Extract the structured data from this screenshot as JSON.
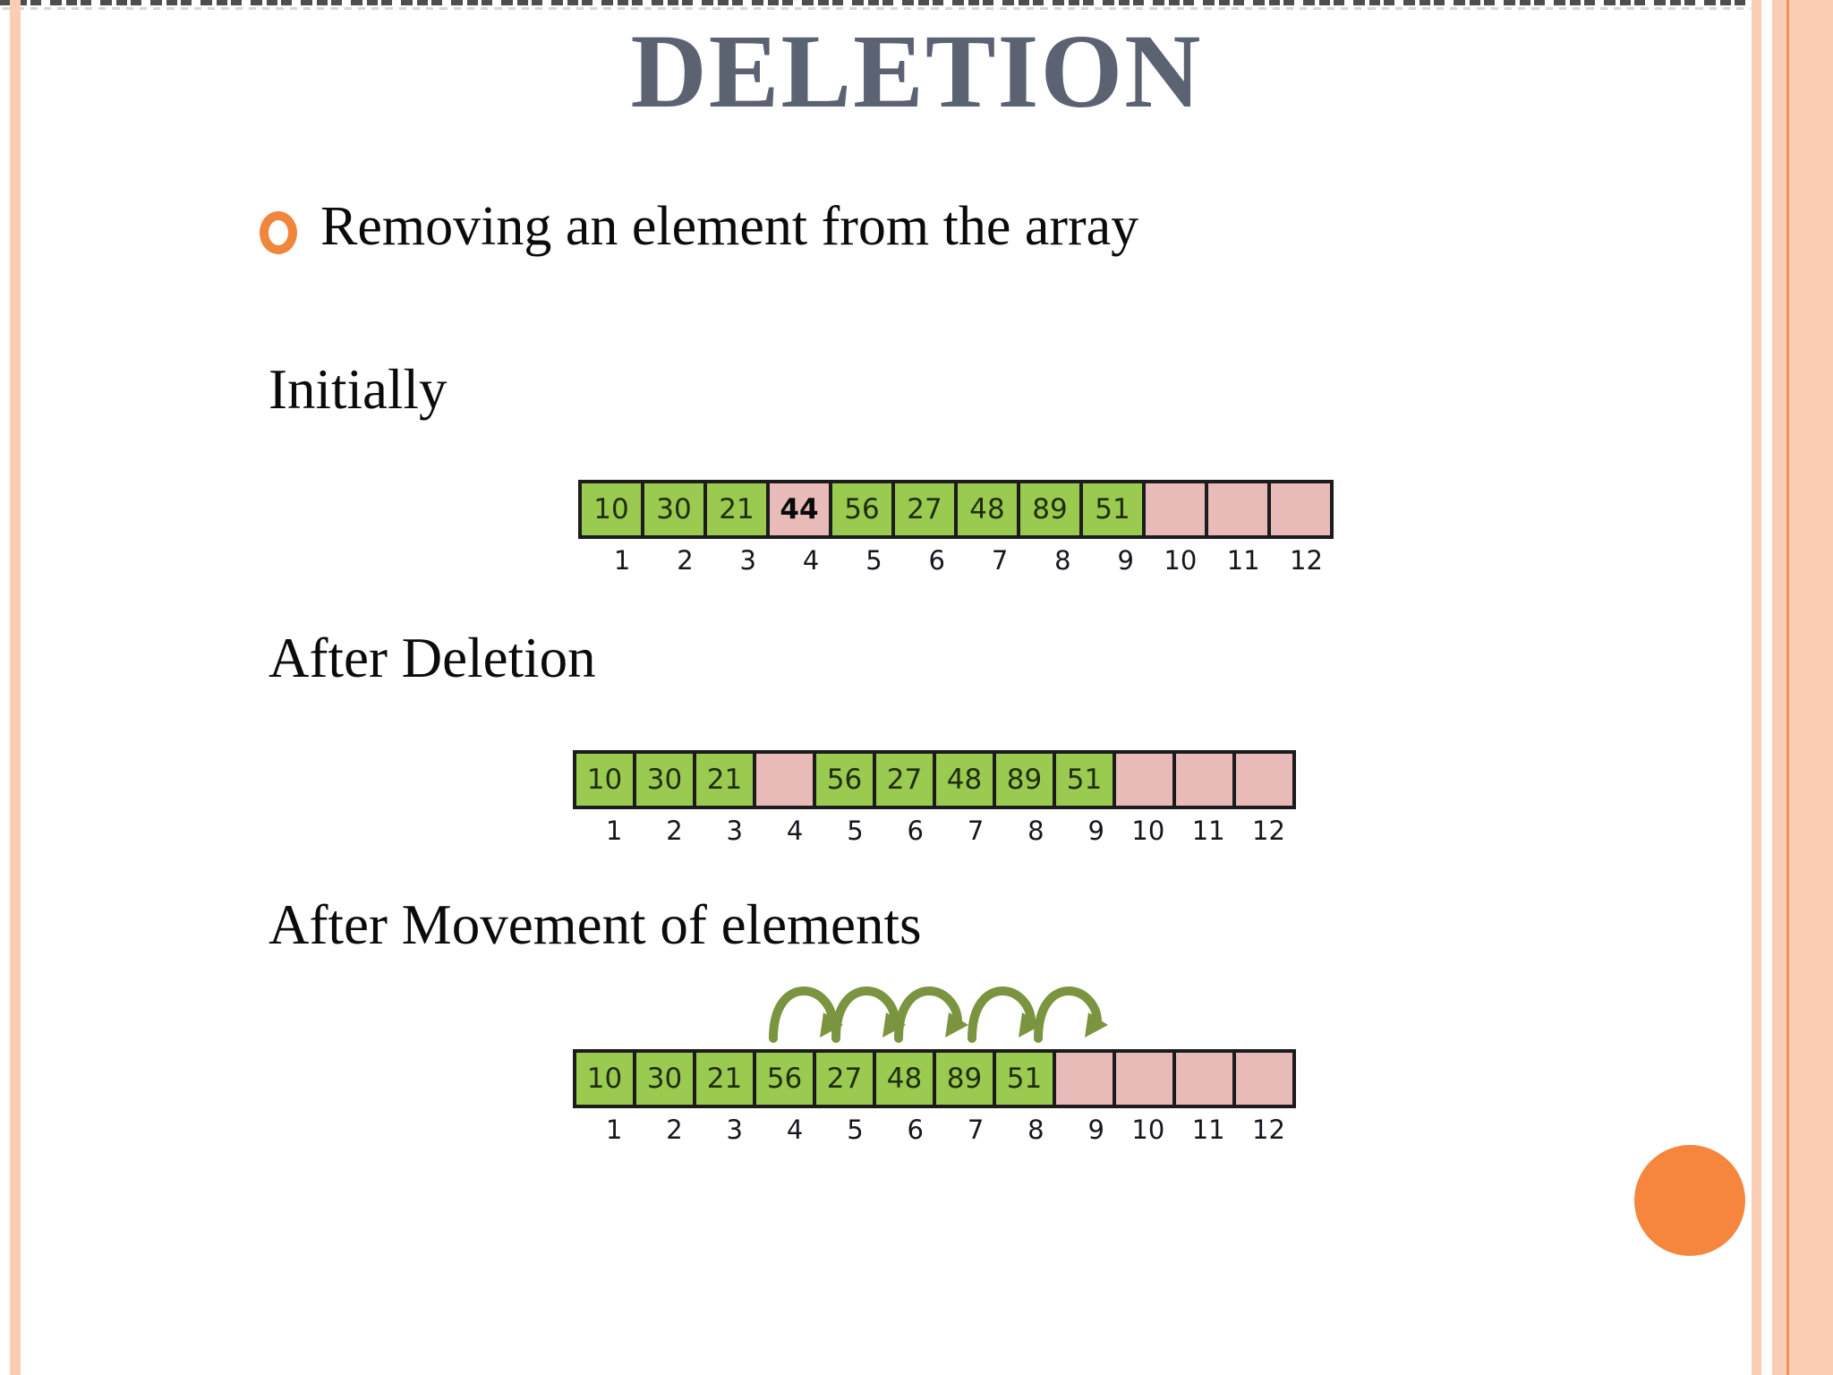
{
  "title": "DELETION",
  "bullet": {
    "text": "Removing an element from the array"
  },
  "sections": [
    {
      "label": "Initially",
      "cells": [
        {
          "value": "10",
          "color": "green"
        },
        {
          "value": "30",
          "color": "green"
        },
        {
          "value": "21",
          "color": "green"
        },
        {
          "value": "44",
          "color": "pink",
          "bold": true
        },
        {
          "value": "56",
          "color": "green"
        },
        {
          "value": "27",
          "color": "green"
        },
        {
          "value": "48",
          "color": "green"
        },
        {
          "value": "89",
          "color": "green"
        },
        {
          "value": "51",
          "color": "green"
        },
        {
          "value": "",
          "color": "pink"
        },
        {
          "value": "",
          "color": "pink"
        },
        {
          "value": "",
          "color": "pink"
        }
      ],
      "indices": [
        "1",
        "2",
        "3",
        "4",
        "5",
        "6",
        "7",
        "8",
        "9",
        "10",
        "11",
        "12"
      ]
    },
    {
      "label": "After Deletion",
      "cells": [
        {
          "value": "10",
          "color": "green"
        },
        {
          "value": "30",
          "color": "green"
        },
        {
          "value": "21",
          "color": "green"
        },
        {
          "value": "",
          "color": "pink"
        },
        {
          "value": "56",
          "color": "green"
        },
        {
          "value": "27",
          "color": "green"
        },
        {
          "value": "48",
          "color": "green"
        },
        {
          "value": "89",
          "color": "green"
        },
        {
          "value": "51",
          "color": "green"
        },
        {
          "value": "",
          "color": "pink"
        },
        {
          "value": "",
          "color": "pink"
        },
        {
          "value": "",
          "color": "pink"
        }
      ],
      "indices": [
        "1",
        "2",
        "3",
        "4",
        "5",
        "6",
        "7",
        "8",
        "9",
        "10",
        "11",
        "12"
      ]
    },
    {
      "label": "After Movement of elements",
      "arc_count": 5,
      "cells": [
        {
          "value": "10",
          "color": "green"
        },
        {
          "value": "30",
          "color": "green"
        },
        {
          "value": "21",
          "color": "green"
        },
        {
          "value": "56",
          "color": "green"
        },
        {
          "value": "27",
          "color": "green"
        },
        {
          "value": "48",
          "color": "green"
        },
        {
          "value": "89",
          "color": "green"
        },
        {
          "value": "51",
          "color": "green"
        },
        {
          "value": "",
          "color": "pink"
        },
        {
          "value": "",
          "color": "pink"
        },
        {
          "value": "",
          "color": "pink"
        },
        {
          "value": "",
          "color": "pink"
        }
      ],
      "indices": [
        "1",
        "2",
        "3",
        "4",
        "5",
        "6",
        "7",
        "8",
        "9",
        "10",
        "11",
        "12"
      ]
    }
  ],
  "colors": {
    "title": "#5B6272",
    "cell_green": "#9ACB50",
    "cell_pink": "#E8BBB9",
    "cell_border": "#1C1C1C",
    "arc_green": "#7A9440",
    "accent_orange": "#F6863E",
    "bullet_ring_orange": "#F0853C",
    "stripe_peach": "#FACDB4",
    "stripe_accent_line": "#EF9058"
  }
}
